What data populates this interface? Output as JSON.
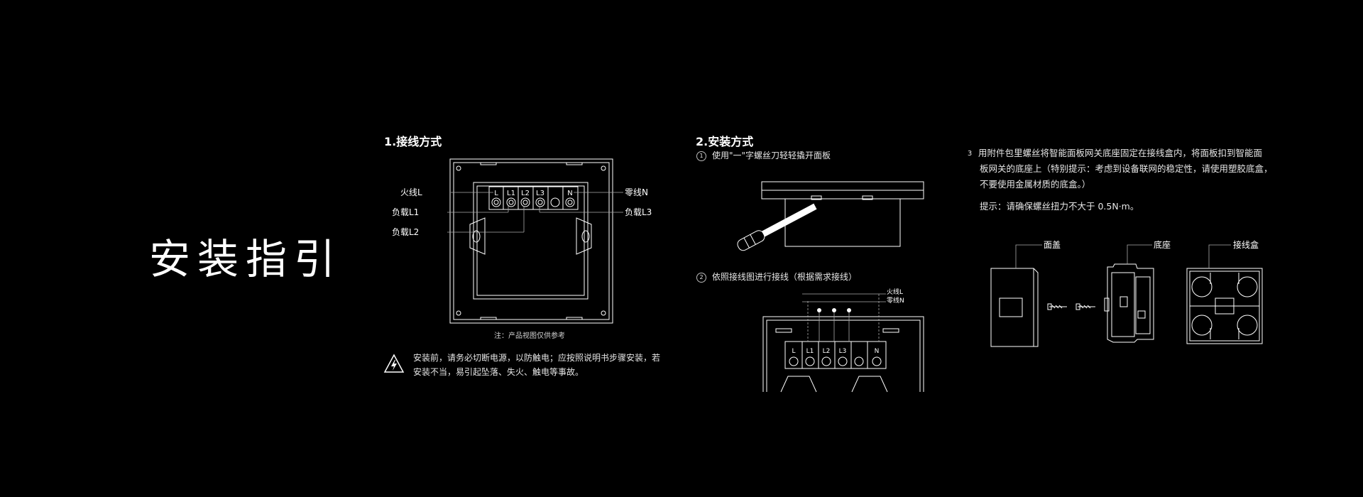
{
  "page_title": "安装指引",
  "wiring": {
    "heading": "1.接线方式",
    "label_live": "火线L",
    "label_load1": "负载L1",
    "label_load2": "负载L2",
    "label_neutral": "零线N",
    "label_load3": "负载L3",
    "terminals": [
      "L",
      "L1",
      "L2",
      "L3",
      "",
      "N"
    ],
    "note": "注：产品视图仅供参考",
    "warning_line1": "安装前，请务必切断电源，以防触电；应按照说明书步骤安装，若",
    "warning_line2": "安装不当，易引起坠落、失火、触电等事故。"
  },
  "install": {
    "heading": "2.安装方式",
    "step1_num": "1",
    "step1_text": "使用\"一\"字螺丝刀轻轻撬开面板",
    "step2_num": "2",
    "step2_text": "依照接线图进行接线（根据需求接线）",
    "wire_live": "火线L",
    "wire_neutral": "零线N",
    "terminals": [
      "L",
      "L1",
      "L2",
      "L3",
      "",
      "N"
    ]
  },
  "step3": {
    "num": "3",
    "line1": "用附件包里螺丝将智能面板网关底座固定在接线盒内，将面板扣到智能面",
    "line2": "板网关的底座上（特别提示：考虑到设备联网的稳定性，请使用塑胶底盒，",
    "line3": "不要使用金属材质的底盒。）",
    "tip": "提示：请确保螺丝扭力不大于 0.5N·m。",
    "label_cover": "面盖",
    "label_base": "底座",
    "label_box": "接线盒"
  }
}
